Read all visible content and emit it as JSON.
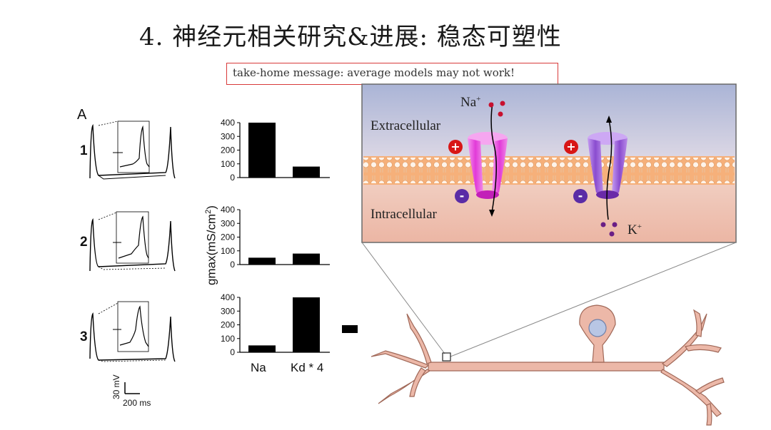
{
  "title": "4. 神经元相关研究&进展: 稳态可塑性",
  "message": "take-home message: average models may not work!",
  "figure": {
    "panel_letter": "A",
    "rows": [
      "1",
      "2",
      "3"
    ],
    "scale_bar": {
      "voltage": "30 mV",
      "time": "200 ms"
    },
    "y_axis_label": "gmax(mS/cm",
    "y_axis_sup": "2",
    "y_axis_close": ")",
    "x_tick_na": "Na",
    "x_tick_kd": "Kd * 4"
  },
  "chart_data": [
    {
      "type": "bar",
      "categories": [
        "Na",
        "Kd * 4"
      ],
      "values": [
        400,
        80
      ],
      "ylim": [
        0,
        400
      ],
      "yticks": [
        0,
        100,
        200,
        300,
        400
      ],
      "ylabel": "gmax(mS/cm2)"
    },
    {
      "type": "bar",
      "categories": [
        "Na",
        "Kd * 4"
      ],
      "values": [
        50,
        80
      ],
      "ylim": [
        0,
        400
      ],
      "yticks": [
        0,
        100,
        200,
        300,
        400
      ],
      "ylabel": "gmax(mS/cm2)"
    },
    {
      "type": "bar",
      "categories": [
        "Na",
        "Kd * 4"
      ],
      "values": [
        50,
        400
      ],
      "ylim": [
        0,
        400
      ],
      "yticks": [
        0,
        100,
        200,
        300,
        400
      ],
      "ylabel": "gmax(mS/cm2)"
    }
  ],
  "diagram": {
    "extracellular": "Extracellular",
    "intracellular": "Intracellular",
    "na_ion": "Na",
    "k_ion": "K",
    "ion_sup": "+",
    "plus": "+",
    "minus": "-",
    "colors": {
      "extracellular": "#b9c4dd",
      "intracellular": "#f0c8b8",
      "membrane": "#f3b27f",
      "na_channel": "#e05ad8",
      "k_channel": "#a16ad8",
      "neuron": "#ecb8a8"
    }
  }
}
